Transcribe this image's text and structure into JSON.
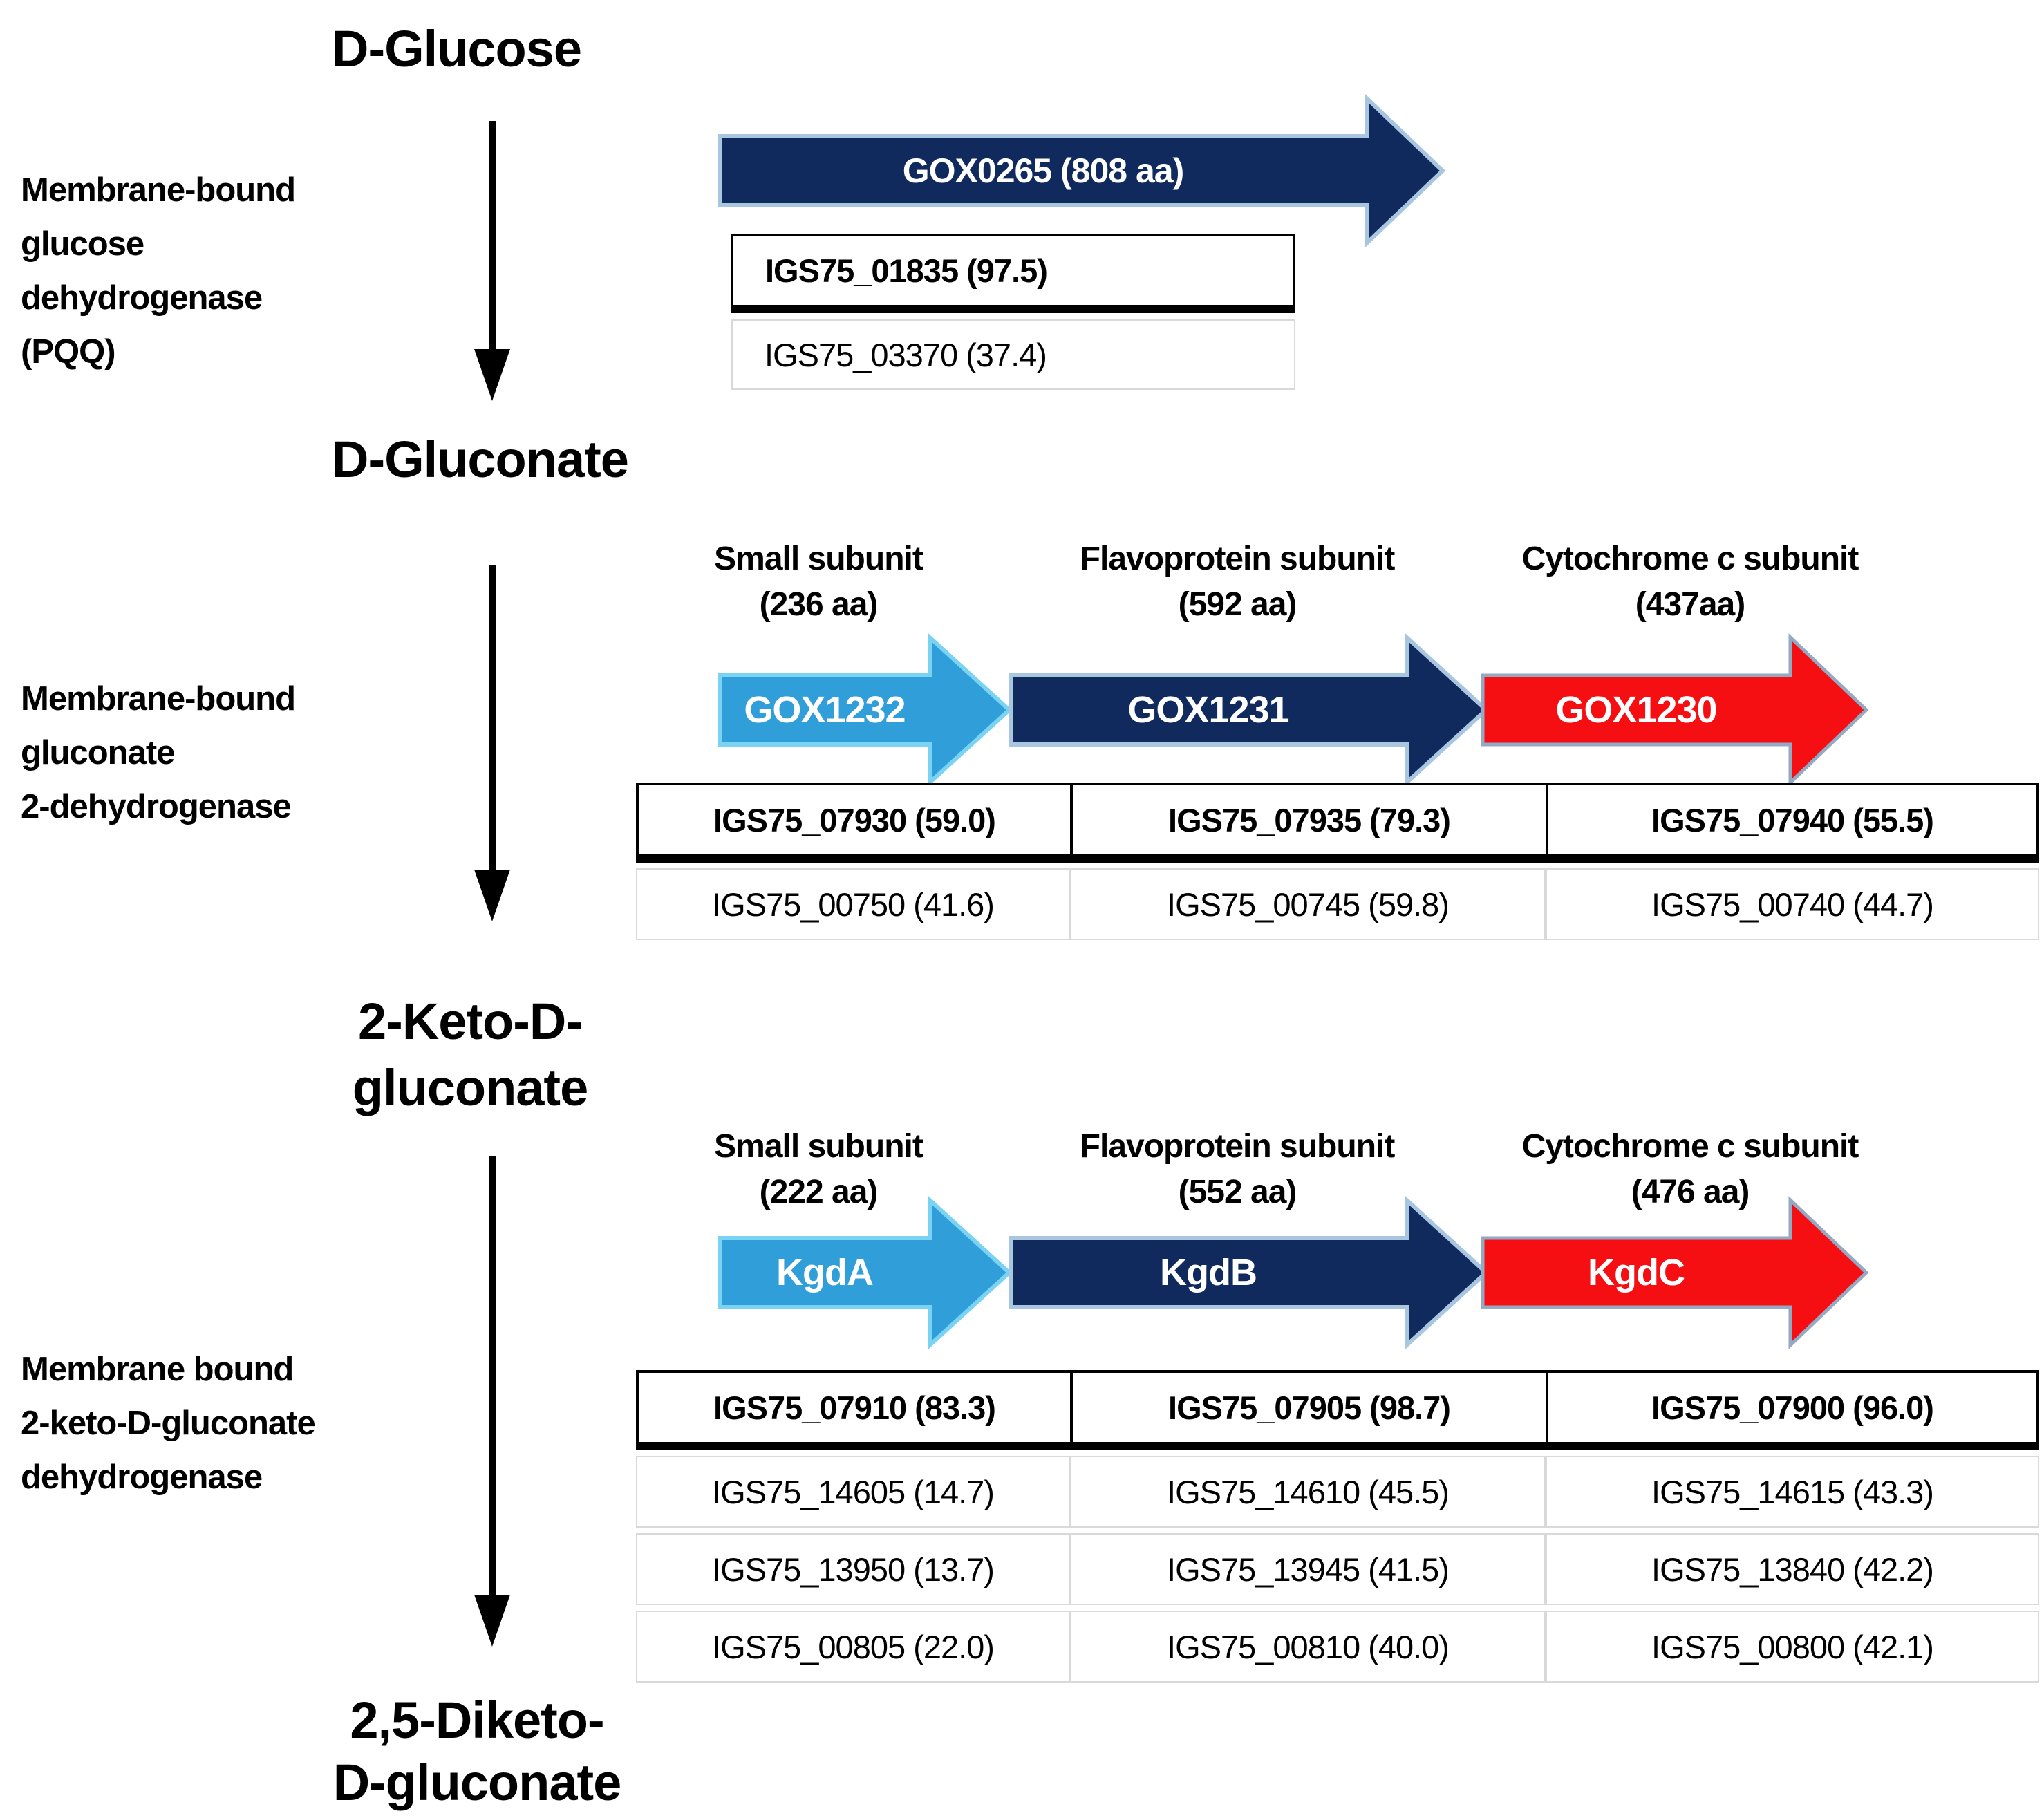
{
  "colors": {
    "navy": "#102a5e",
    "navyStroke": "#a9c6e0",
    "lightblue": "#2f9ed9",
    "lightblueStroke": "#7bd3f3",
    "red": "#f50f12",
    "redStroke": "#93a9c4",
    "tableBorderDark": "#000000",
    "tableBorderLight": "#d9d9d9"
  },
  "metabolites": {
    "glucose": "D-Glucose",
    "gluconate": "D-Gluconate",
    "keto": [
      "2-Keto-D-",
      "gluconate"
    ],
    "diketo": [
      "2,5-Diketo-",
      "D-gluconate"
    ]
  },
  "enzymes": {
    "e1": [
      "Membrane-bound",
      "glucose",
      "dehydrogenase",
      "(PQQ)"
    ],
    "e2": [
      "Membrane-bound",
      "gluconate",
      "2-dehydrogenase"
    ],
    "e3": [
      "Membrane bound",
      "2-keto-D-gluconate",
      "dehydrogenase"
    ]
  },
  "section1": {
    "arrow": {
      "label": "GOX0265 (808 aa)"
    },
    "table": {
      "header": "IGS75_01835 (97.5)",
      "rows": [
        "IGS75_03370 (37.4)"
      ]
    }
  },
  "section2": {
    "subunits": [
      {
        "name": "Small subunit",
        "size": "(236 aa)"
      },
      {
        "name": "Flavoprotein subunit",
        "size": "(592 aa)"
      },
      {
        "name": "Cytochrome c subunit",
        "size": "(437aa)"
      }
    ],
    "arrows": [
      {
        "label": "GOX1232"
      },
      {
        "label": "GOX1231"
      },
      {
        "label": "GOX1230"
      }
    ],
    "table": {
      "header": [
        "IGS75_07930 (59.0)",
        "IGS75_07935 (79.3)",
        "IGS75_07940 (55.5)"
      ],
      "rows": [
        [
          "IGS75_00750 (41.6)",
          "IGS75_00745 (59.8)",
          "IGS75_00740 (44.7)"
        ]
      ]
    }
  },
  "section3": {
    "subunits": [
      {
        "name": "Small subunit",
        "size": "(222 aa)"
      },
      {
        "name": "Flavoprotein subunit",
        "size": "(552 aa)"
      },
      {
        "name": "Cytochrome c subunit",
        "size": "(476 aa)"
      }
    ],
    "arrows": [
      {
        "label": "KgdA"
      },
      {
        "label": "KgdB"
      },
      {
        "label": "KgdC"
      }
    ],
    "table": {
      "header": [
        "IGS75_07910 (83.3)",
        "IGS75_07905 (98.7)",
        "IGS75_07900 (96.0)"
      ],
      "rows": [
        [
          "IGS75_14605 (14.7)",
          "IGS75_14610 (45.5)",
          "IGS75_14615 (43.3)"
        ],
        [
          "IGS75_13950 (13.7)",
          "IGS75_13945 (41.5)",
          "IGS75_13840 (42.2)"
        ],
        [
          "IGS75_00805 (22.0)",
          "IGS75_00810 (40.0)",
          "IGS75_00800 (42.1)"
        ]
      ]
    }
  }
}
